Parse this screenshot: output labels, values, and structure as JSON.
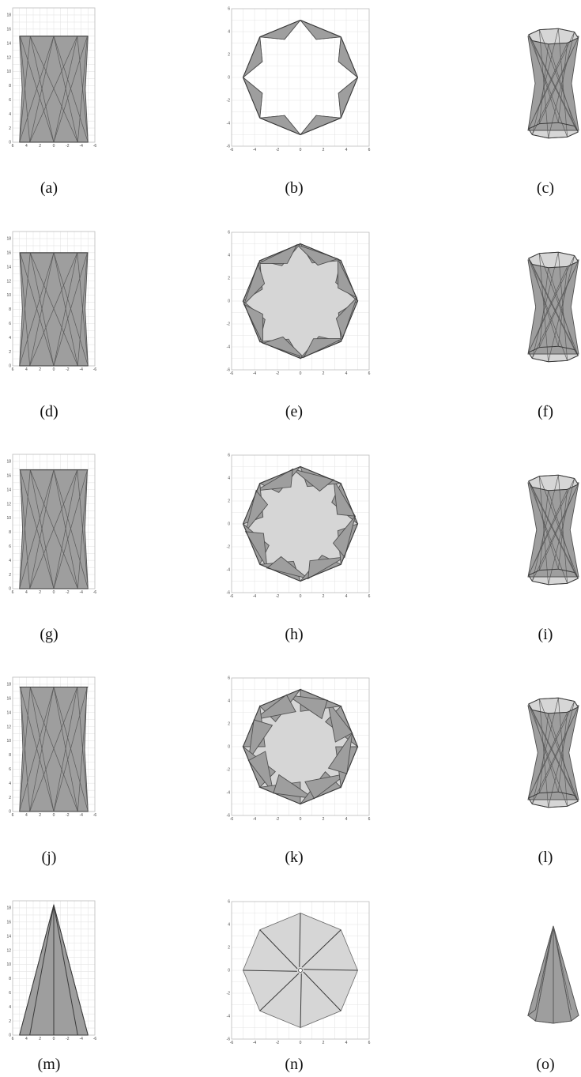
{
  "captions": [
    "(a)",
    "(b)",
    "(c)",
    "(d)",
    "(e)",
    "(f)",
    "(g)",
    "(h)",
    "(i)",
    "(j)",
    "(k)",
    "(l)",
    "(m)",
    "(n)",
    "(o)"
  ],
  "rows": [
    {
      "side_y_ticks": [
        "0",
        "2",
        "4",
        "6",
        "8",
        "10",
        "12",
        "14",
        "16",
        "18"
      ],
      "side_x_ticks": [
        "6",
        "4",
        "2",
        "0",
        "-2",
        "-4",
        "-6"
      ],
      "top_ticks": [
        "-6",
        "-4",
        "-2",
        "0",
        "2",
        "4",
        "6"
      ],
      "side_height": 15,
      "twist": 0.0,
      "type": "prism"
    },
    {
      "side_y_ticks": [
        "0",
        "2",
        "4",
        "6",
        "8",
        "10",
        "12",
        "14",
        "16",
        "18"
      ],
      "side_x_ticks": [
        "6",
        "4",
        "2",
        "0",
        "-2",
        "-4",
        "-6"
      ],
      "top_ticks": [
        "-6",
        "-4",
        "-2",
        "0",
        "2",
        "4",
        "6"
      ],
      "side_height": 16,
      "twist": 0.06,
      "type": "prism"
    },
    {
      "side_y_ticks": [
        "0",
        "2",
        "4",
        "6",
        "8",
        "10",
        "12",
        "14",
        "16",
        "18"
      ],
      "side_x_ticks": [
        "6",
        "4",
        "2",
        "0",
        "-2",
        "-4",
        "-6"
      ],
      "top_ticks": [
        "-6",
        "-4",
        "-2",
        "0",
        "2",
        "4",
        "6"
      ],
      "side_height": 16.8,
      "twist": 0.14,
      "type": "prism"
    },
    {
      "side_y_ticks": [
        "0",
        "2",
        "4",
        "6",
        "8",
        "10",
        "12",
        "14",
        "16",
        "18"
      ],
      "side_x_ticks": [
        "6",
        "4",
        "2",
        "0",
        "-2",
        "-4",
        "-6"
      ],
      "top_ticks": [
        "-6",
        "-4",
        "-2",
        "0",
        "2",
        "4",
        "6"
      ],
      "side_height": 17.6,
      "twist": 0.26,
      "type": "prism"
    },
    {
      "side_y_ticks": [
        "0",
        "2",
        "4",
        "6",
        "8",
        "10",
        "12",
        "14",
        "16",
        "18"
      ],
      "side_x_ticks": [
        "6",
        "4",
        "2",
        "0",
        "-2",
        "-4",
        "-6"
      ],
      "top_ticks": [
        "-6",
        "-4",
        "-2",
        "0",
        "2",
        "4",
        "6"
      ],
      "side_height": 18.4,
      "twist": 0.0,
      "type": "cone"
    }
  ]
}
